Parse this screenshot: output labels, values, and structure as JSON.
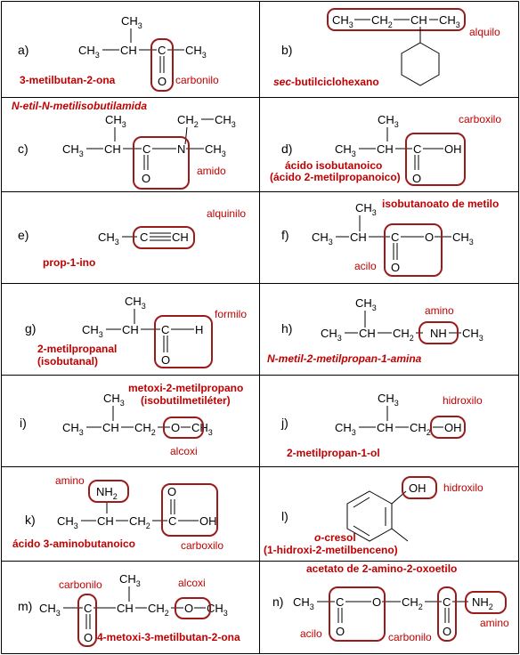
{
  "cells": {
    "a": {
      "letter": "a)",
      "name": "3-metilbutan-2-ona",
      "group": "carbonilo",
      "atoms": {
        "ch3_top": "CH3",
        "ch3_left": "CH3",
        "ch": "CH",
        "c": "C",
        "o": "O",
        "ch3_right": "CH3"
      }
    },
    "b": {
      "letter": "b)",
      "name_italic": "sec",
      "name_rest": "-butilciclohexano",
      "group": "alquilo",
      "atoms": {
        "ch3_a": "CH3",
        "ch2": "CH2",
        "ch": "CH",
        "ch3_b": "CH3"
      }
    },
    "c": {
      "letter": "c)",
      "name": "N-etil-N-metilisobutilamida",
      "group": "amido",
      "atoms": {
        "ch3_top": "CH3",
        "ch2_top": "CH2",
        "ch3_ethyl": "CH3",
        "ch3_left": "CH3",
        "ch": "CH",
        "c": "C",
        "n": "N",
        "ch3_n": "CH3",
        "o": "O"
      }
    },
    "d": {
      "letter": "d)",
      "name_line1": "ácido isobutanoico",
      "name_line2": "(ácido 2-metilpropanoico)",
      "group": "carboxilo",
      "atoms": {
        "ch3_top": "CH3",
        "ch3_left": "CH3",
        "ch": "CH",
        "c": "C",
        "oh": "OH",
        "o": "O"
      }
    },
    "e": {
      "letter": "e)",
      "name": "prop-1-ino",
      "group": "alquinilo",
      "atoms": {
        "ch3": "CH3",
        "c": "C",
        "ch": "CH"
      }
    },
    "f": {
      "letter": "f)",
      "name": "isobutanoato de metilo",
      "group": "acilo",
      "atoms": {
        "ch3_top": "CH3",
        "ch3_left": "CH3",
        "ch": "CH",
        "c": "C",
        "o_ester": "O",
        "ch3_right": "CH3",
        "o": "O"
      }
    },
    "g": {
      "letter": "g)",
      "name_line1": "2-metilpropanal",
      "name_line2": "(isobutanal)",
      "group": "formilo",
      "atoms": {
        "ch3_top": "CH3",
        "ch3_left": "CH3",
        "ch": "CH",
        "c": "C",
        "h": "H",
        "o": "O"
      }
    },
    "h": {
      "letter": "h)",
      "name": "N-metil-2-metilpropan-1-amina",
      "group": "amino",
      "atoms": {
        "ch3_top": "CH3",
        "ch3_left": "CH3",
        "ch": "CH",
        "ch2": "CH2",
        "nh": "NH",
        "ch3_right": "CH3"
      }
    },
    "i": {
      "letter": "i)",
      "name_line1": "metoxi-2-metilpropano",
      "name_line2": "(isobutilmetiléter)",
      "group": "alcoxi",
      "atoms": {
        "ch3_top": "CH3",
        "ch3_left": "CH3",
        "ch": "CH",
        "ch2": "CH2",
        "o": "O",
        "ch3_right": "CH3"
      }
    },
    "j": {
      "letter": "j)",
      "name": "2-metilpropan-1-ol",
      "group": "hidroxilo",
      "atoms": {
        "ch3_top": "CH3",
        "ch3_left": "CH3",
        "ch": "CH",
        "ch2": "CH2",
        "oh": "OH"
      }
    },
    "k": {
      "letter": "k)",
      "name": "ácido 3-aminobutanoico",
      "group_amino": "amino",
      "group_carboxyl": "carboxilo",
      "atoms": {
        "nh2": "NH2",
        "o": "O",
        "ch3": "CH3",
        "ch": "CH",
        "ch2": "CH2",
        "c": "C",
        "oh": "OH"
      }
    },
    "l": {
      "letter": "l)",
      "name_italic": "o",
      "name_rest": "-cresol",
      "name_line2": "(1-hidroxi-2-metilbenceno)",
      "group": "hidroxilo",
      "atoms": {
        "oh": "OH"
      }
    },
    "m": {
      "letter": "m)",
      "name": "4-metoxi-3-metilbutan-2-ona",
      "group_carbonyl": "carbonilo",
      "group_alkoxy": "alcoxi",
      "atoms": {
        "ch3_top": "CH3",
        "ch3_left": "CH3",
        "c": "C",
        "ch": "CH",
        "ch2": "CH2",
        "o_ether": "O",
        "ch3_right": "CH3",
        "o": "O"
      }
    },
    "n": {
      "letter": "n)",
      "name": "acetato de 2-amino-2-oxoetilo",
      "group_acyl": "acilo",
      "group_carbonyl": "carbonilo",
      "group_amino": "amino",
      "atoms": {
        "ch3": "CH3",
        "c1": "C",
        "o_ester": "O",
        "ch2": "CH2",
        "c2": "C",
        "nh2": "NH2",
        "o1": "O",
        "o2": "O"
      }
    }
  },
  "colors": {
    "label": "#c00000",
    "box": "#9b1b1b",
    "bond": "#000000",
    "grid": "#000000"
  }
}
